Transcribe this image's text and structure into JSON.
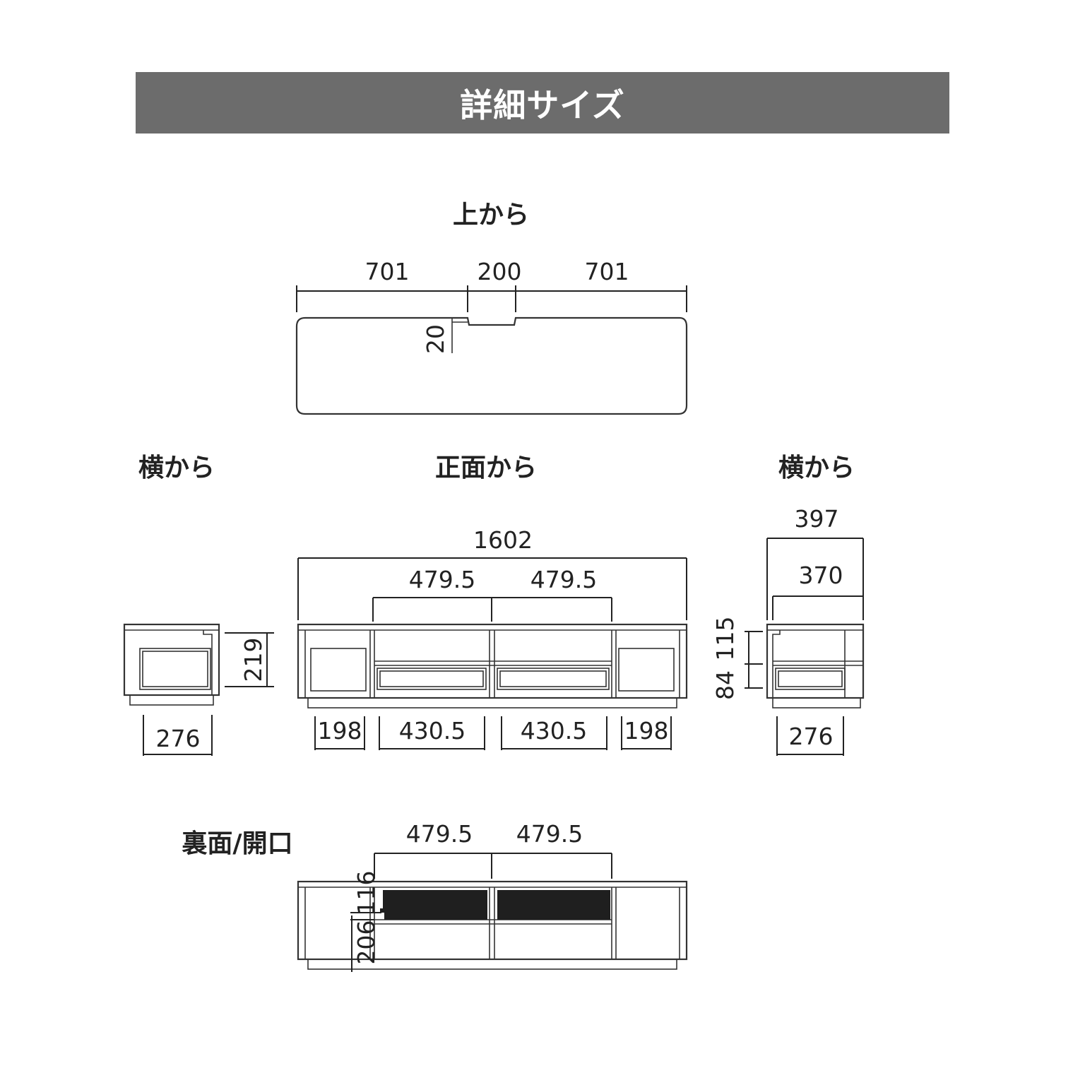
{
  "title": "詳細サイズ",
  "views": {
    "top": "上から",
    "side_left": "横から",
    "front": "正面から",
    "side_right": "横から",
    "back": "裏面/開口"
  },
  "dims": {
    "top_w1": "701",
    "top_center": "200",
    "top_w2": "701",
    "top_notch": "20",
    "front_total": "1602",
    "front_upper_l": "479.5",
    "front_upper_r": "479.5",
    "front_b1": "198",
    "front_b2": "430.5",
    "front_b3": "430.5",
    "front_b4": "198",
    "left_height": "219",
    "left_base": "276",
    "right_depth_outer": "397",
    "right_depth_inner": "370",
    "right_h_upper": "115",
    "right_h_lower": "84",
    "right_base": "276",
    "back_upper_l": "479.5",
    "back_upper_r": "479.5",
    "back_h_upper": "116",
    "back_h_lower": "206"
  },
  "colors": {
    "header_bg": "#6c6c6c",
    "header_text": "#ffffff",
    "line": "#333333",
    "glass": "#c9c9c9",
    "opening": "#1f1f1f"
  }
}
